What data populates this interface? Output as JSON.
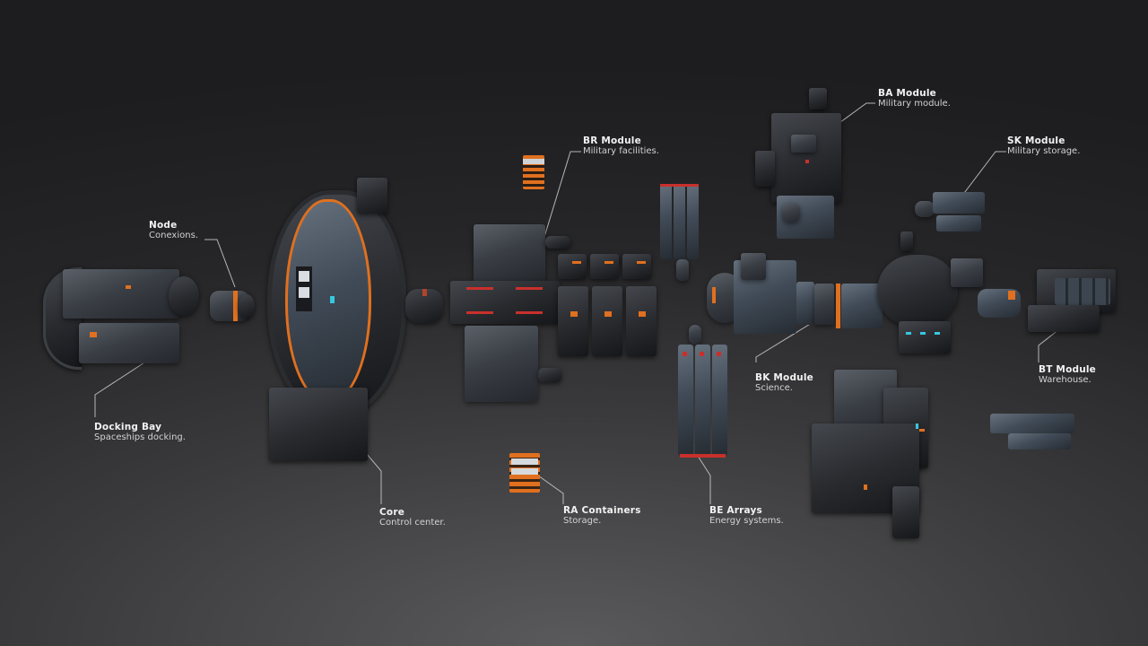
{
  "diagram": {
    "type": "exploded-view",
    "subject": "Modular space station",
    "background_colors": {
      "top": "#1d1d1f",
      "bottom": "#5a5a5c"
    },
    "accent_colors": {
      "orange": "#e0701f",
      "red": "#c9302c",
      "cyan": "#37c7e0",
      "label_text": "#e6e6e6"
    }
  },
  "labels": {
    "docking_bay": {
      "name": "Docking Bay",
      "desc": "Spaceships docking."
    },
    "node": {
      "name": "Node",
      "desc": "Conexions."
    },
    "core": {
      "name": "Core",
      "desc": "Control center."
    },
    "br_module": {
      "name": "BR Module",
      "desc": "Military facilities."
    },
    "ra_containers": {
      "name": "RA Containers",
      "desc": "Storage."
    },
    "be_arrays": {
      "name": "BE Arrays",
      "desc": "Energy systems."
    },
    "ba_module": {
      "name": "BA Module",
      "desc": "Military module."
    },
    "sk_module": {
      "name": "SK Module",
      "desc": "Military storage."
    },
    "bk_module": {
      "name": "BK Module",
      "desc": "Science."
    },
    "bt_module": {
      "name": "BT Module",
      "desc": "Warehouse."
    }
  }
}
